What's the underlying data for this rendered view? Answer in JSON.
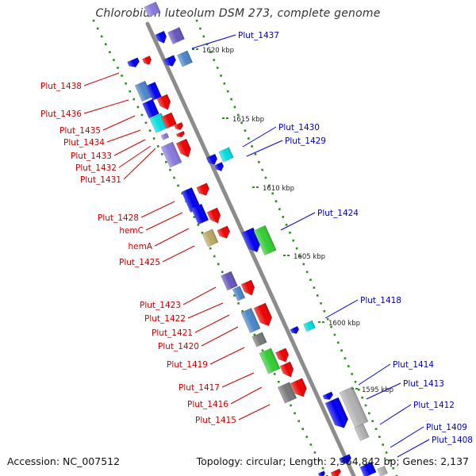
{
  "title": "Chlorobium luteolum DSM 273, complete genome",
  "footer": {
    "accession": "Accession: NC_007512",
    "summary": "Topology: circular; Length: 2,364,842 bp; Genes: 2,137"
  },
  "colors": {
    "backbone": "#8c8c8c",
    "tick_dots": "#2e8b1e",
    "label_forward": "#0000cc",
    "label_reverse": "#cc0000",
    "gene_blue": "#0000ee",
    "gene_red": "#ee0000",
    "gene_cyan": "#00dddd",
    "gene_green": "#33cc33",
    "gene_purple": "#6655bb",
    "gene_steel": "#4a86c8",
    "gene_gray": "#777777",
    "gene_khaki": "#b8a860",
    "gene_silver": "#b0b0b0",
    "gene_lavender": "#8877dd"
  },
  "scale_ticks": [
    {
      "label": "1620 kbp"
    },
    {
      "label": "1615 kbp"
    },
    {
      "label": "1610 kbp"
    },
    {
      "label": "1605 kbp"
    },
    {
      "label": "1600 kbp"
    },
    {
      "label": "1595 kbp"
    }
  ],
  "gene_labels": [
    {
      "text": "Plut_1437",
      "strand": "forward"
    },
    {
      "text": "Plut_1438",
      "strand": "reverse"
    },
    {
      "text": "Plut_1436",
      "strand": "reverse"
    },
    {
      "text": "Plut_1435",
      "strand": "reverse"
    },
    {
      "text": "Plut_1434",
      "strand": "reverse"
    },
    {
      "text": "Plut_1433",
      "strand": "reverse"
    },
    {
      "text": "Plut_1432",
      "strand": "reverse"
    },
    {
      "text": "Plut_1431",
      "strand": "reverse"
    },
    {
      "text": "Plut_1430",
      "strand": "forward"
    },
    {
      "text": "Plut_1429",
      "strand": "forward"
    },
    {
      "text": "Plut_1428",
      "strand": "reverse"
    },
    {
      "text": "hemC",
      "strand": "reverse"
    },
    {
      "text": "hemA",
      "strand": "reverse"
    },
    {
      "text": "Plut_1425",
      "strand": "reverse"
    },
    {
      "text": "Plut_1424",
      "strand": "forward"
    },
    {
      "text": "Plut_1423",
      "strand": "reverse"
    },
    {
      "text": "Plut_1422",
      "strand": "reverse"
    },
    {
      "text": "Plut_1421",
      "strand": "reverse"
    },
    {
      "text": "Plut_1420",
      "strand": "reverse"
    },
    {
      "text": "Plut_1419",
      "strand": "reverse"
    },
    {
      "text": "Plut_1418",
      "strand": "forward"
    },
    {
      "text": "Plut_1417",
      "strand": "reverse"
    },
    {
      "text": "Plut_1416",
      "strand": "reverse"
    },
    {
      "text": "Plut_1415",
      "strand": "reverse"
    },
    {
      "text": "Plut_1414",
      "strand": "forward"
    },
    {
      "text": "Plut_1413",
      "strand": "forward"
    },
    {
      "text": "Plut_1412",
      "strand": "forward"
    },
    {
      "text": "Plut_1409",
      "strand": "forward"
    },
    {
      "text": "Plut_1408",
      "strand": "forward"
    }
  ]
}
